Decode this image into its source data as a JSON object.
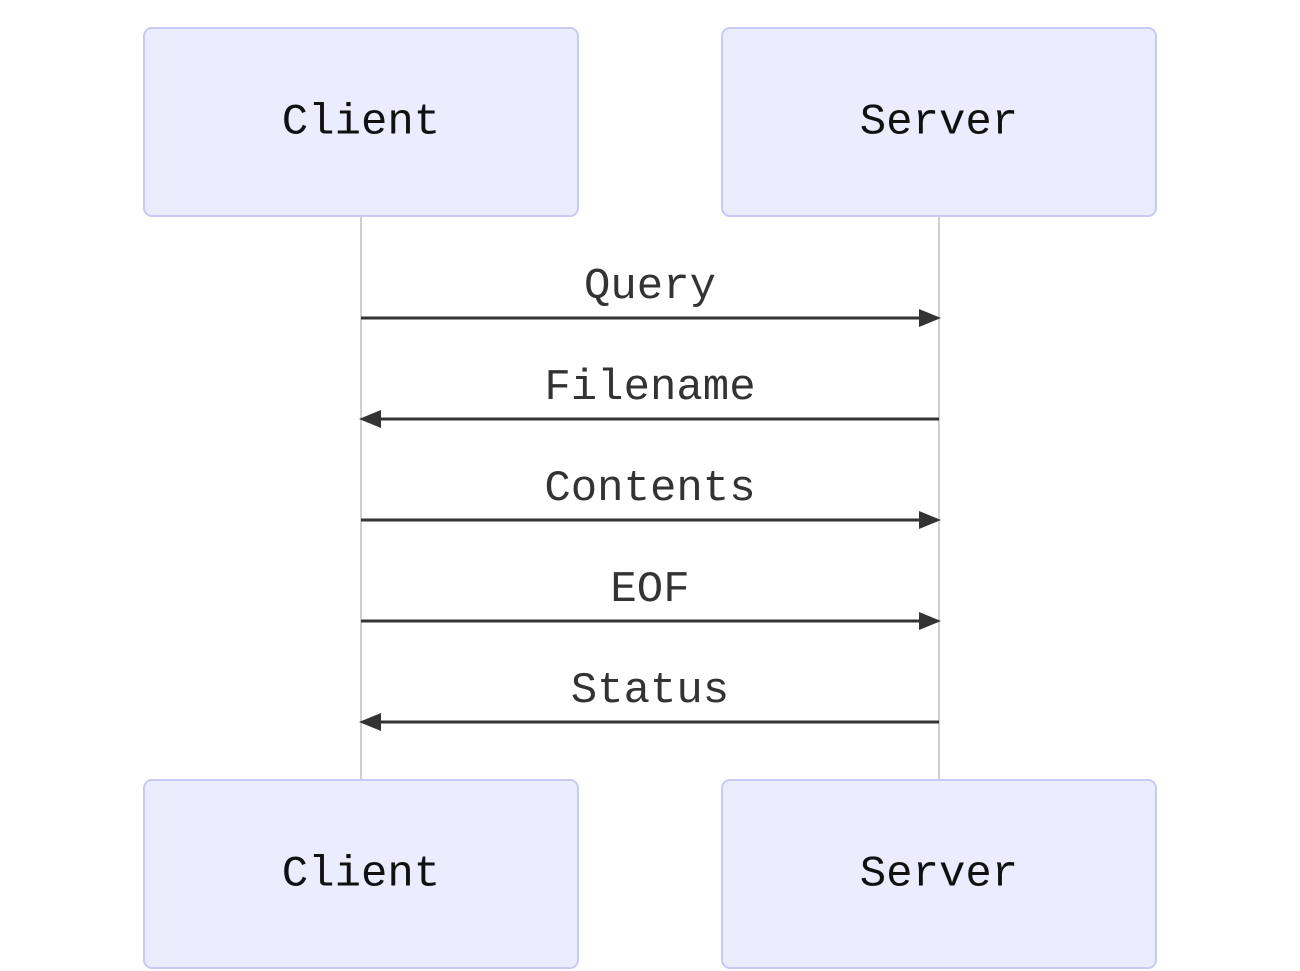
{
  "diagram": {
    "participants": [
      {
        "id": "client",
        "label": "Client"
      },
      {
        "id": "server",
        "label": "Server"
      }
    ],
    "messages": [
      {
        "from": "client",
        "to": "server",
        "label": "Query"
      },
      {
        "from": "server",
        "to": "client",
        "label": "Filename"
      },
      {
        "from": "client",
        "to": "server",
        "label": "Contents"
      },
      {
        "from": "client",
        "to": "server",
        "label": "EOF"
      },
      {
        "from": "server",
        "to": "client",
        "label": "Status"
      }
    ]
  },
  "colors": {
    "actor_fill": "#ececff",
    "actor_stroke": "#c9c9f5",
    "lifeline": "#cfcfcf",
    "message": "#333333",
    "actor_text": "#111111"
  }
}
